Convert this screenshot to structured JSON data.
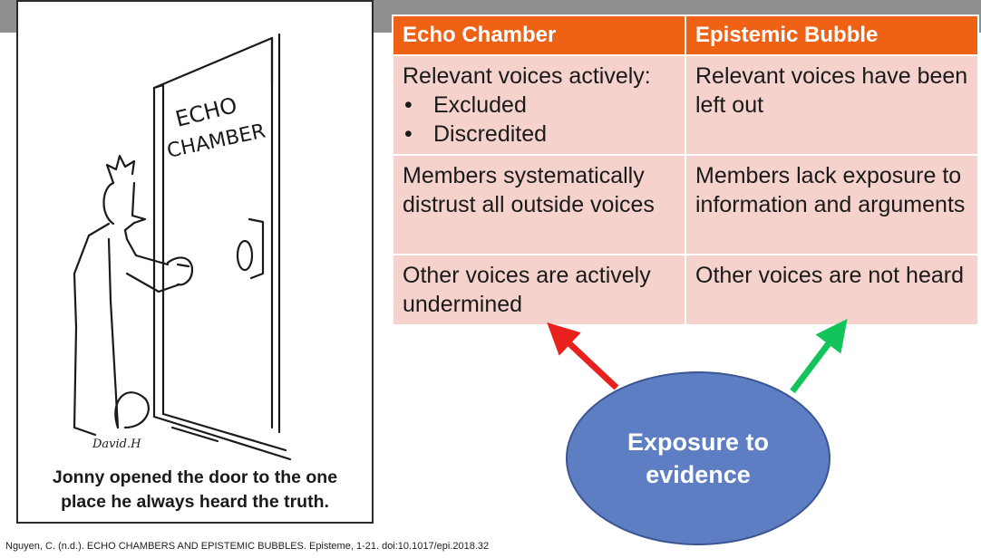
{
  "cartoon": {
    "door_sign_line1": "ECHO",
    "door_sign_line2": "CHAMBER",
    "signature": "David.H",
    "caption_line1": "Jonny opened the door to the one",
    "caption_line2": "place he always heard the truth."
  },
  "table": {
    "headers": [
      "Echo Chamber",
      "Epistemic Bubble"
    ],
    "rows": [
      {
        "echo": {
          "text": "Relevant voices actively:",
          "bullets": [
            "Excluded",
            "Discredited"
          ]
        },
        "bubble": {
          "text": "Relevant voices have been left out"
        }
      },
      {
        "echo": {
          "text": "Members systematically distrust all outside voices"
        },
        "bubble": {
          "text": "Members lack exposure to information and arguments"
        }
      },
      {
        "echo": {
          "text": "Other voices are actively undermined"
        },
        "bubble": {
          "text": "Other voices are not heard"
        }
      }
    ]
  },
  "exposure": {
    "label": "Exposure to evidence"
  },
  "colors": {
    "header_orange": "#ef6115",
    "cell_pink": "#f6d2cc",
    "ellipse_blue": "#5e7ec3",
    "arrow_red": "#e8201e",
    "arrow_green": "#12c45a"
  },
  "citation": "Nguyen, C. (n.d.). ECHO CHAMBERS AND EPISTEMIC BUBBLES. Episteme, 1-21. doi:10.1017/epi.2018.32"
}
